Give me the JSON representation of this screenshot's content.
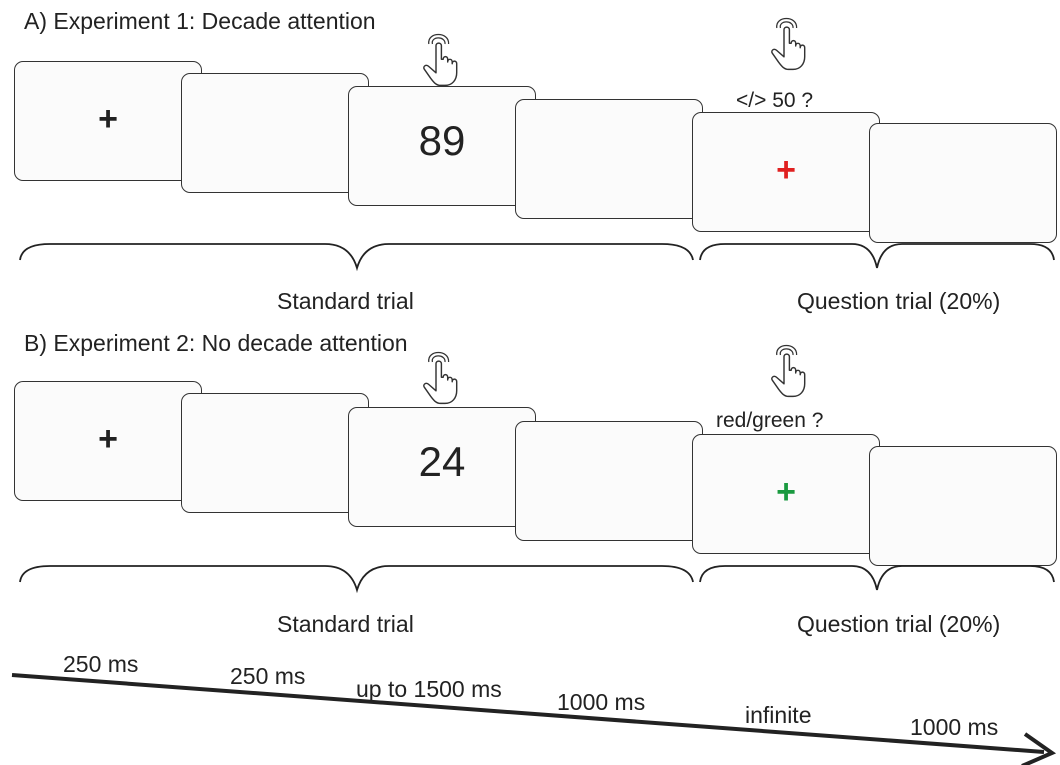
{
  "panel_a": {
    "heading": "A) Experiment 1: Decade attention",
    "fixation": "+",
    "number": "89",
    "question": "</> 50 ?",
    "question_fixation": "+",
    "standard_label": "Standard trial",
    "question_label": "Question trial (20%)"
  },
  "panel_b": {
    "heading": "B) Experiment 2: No decade attention",
    "fixation": "+",
    "number": "24",
    "question": "red/green ?",
    "question_fixation": "+",
    "standard_label": "Standard trial",
    "question_label": "Question trial (20%)"
  },
  "timeline": {
    "durations": [
      "250 ms",
      "250 ms",
      "up to 1500 ms",
      "1000 ms",
      "infinite",
      "1000 ms"
    ]
  },
  "colors": {
    "fixation": "#222222",
    "red_cross": "#e02020",
    "green_cross": "#1a9a40",
    "outline": "#333333"
  },
  "icons": [
    "hand-pointer-icon"
  ]
}
